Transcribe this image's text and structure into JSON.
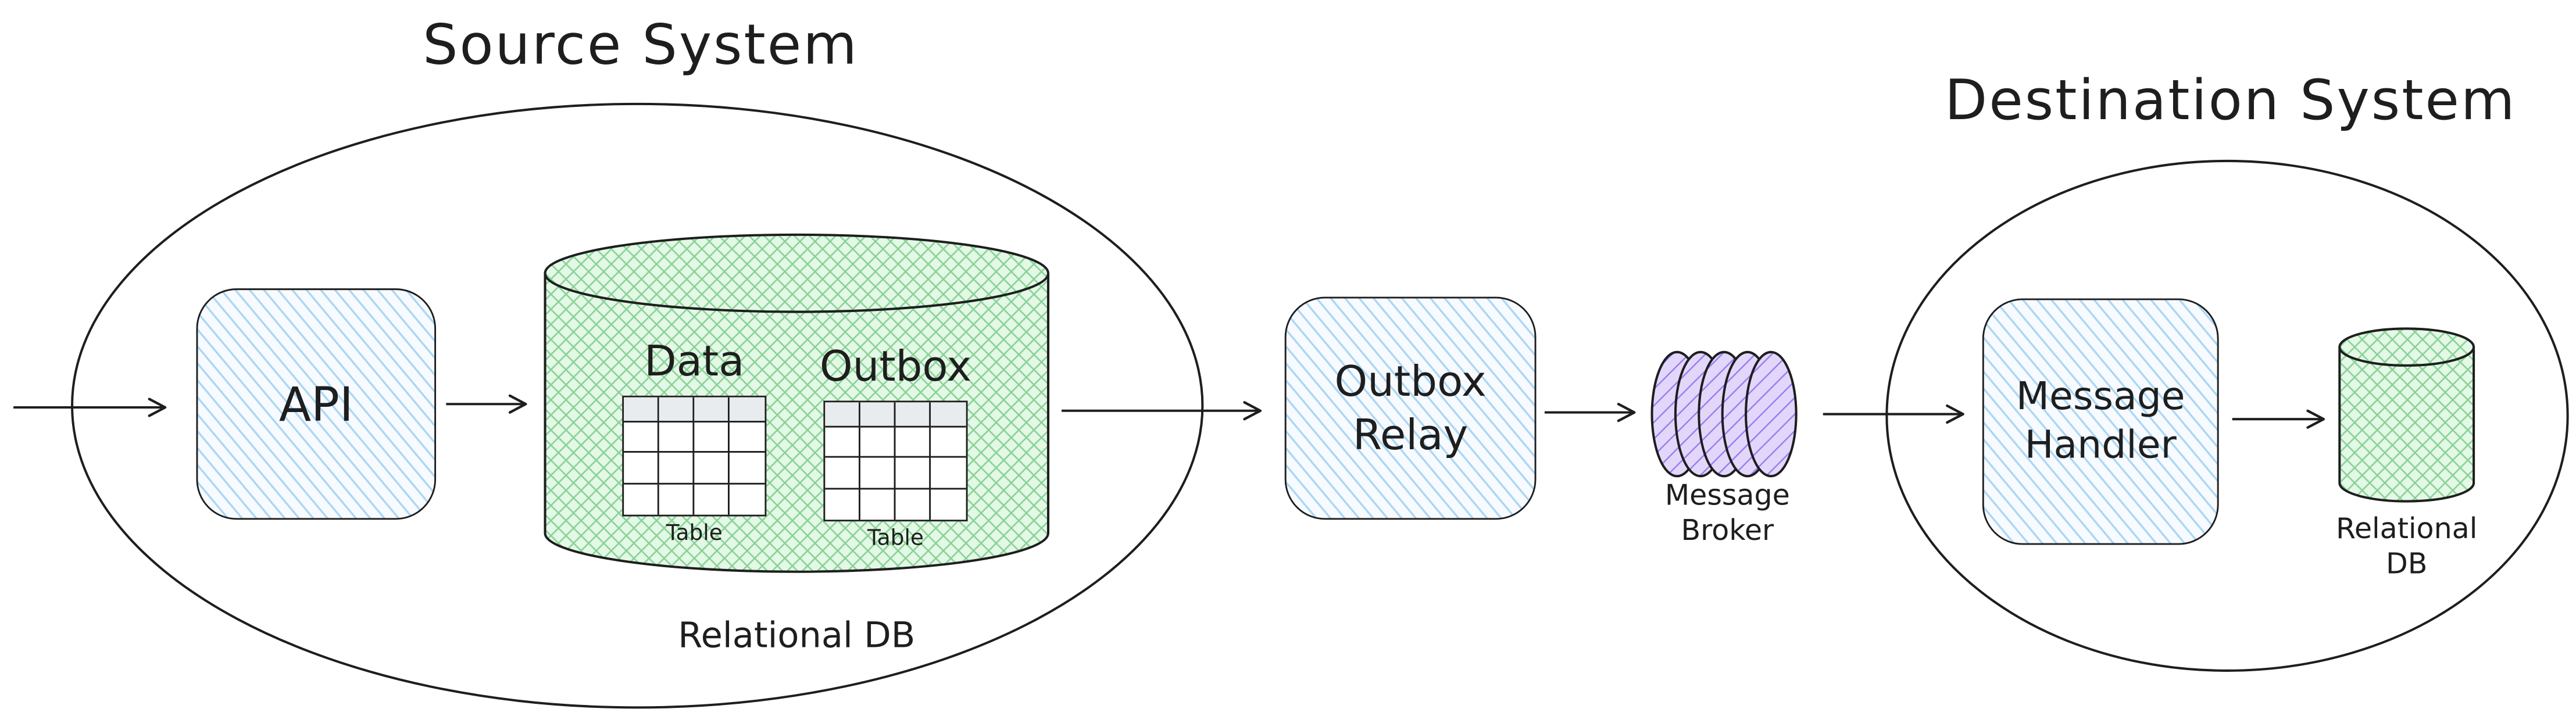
{
  "labels": {
    "source_system_title": "Source System",
    "destination_system_title": "Destination System",
    "api": "API",
    "data_table_title": "Data",
    "outbox_table_title": "Outbox",
    "data_table_caption": "Table",
    "outbox_table_caption": "Table",
    "source_db": "Relational DB",
    "outbox_relay": "Outbox\nRelay",
    "message_broker": "Message\nBroker",
    "message_handler": "Message\nHandler",
    "destination_db": "Relational\nDB"
  },
  "icons": {
    "source_boundary": "ellipse-outline",
    "destination_boundary": "ellipse-outline",
    "source_database": "cylinder-icon",
    "destination_database": "cylinder-icon",
    "message_broker": "disk-stack-icon",
    "arrows": [
      "arrow-inbound",
      "arrow-api-to-db",
      "arrow-db-to-relay",
      "arrow-relay-to-broker",
      "arrow-broker-to-handler",
      "arrow-handler-to-db"
    ]
  },
  "colors": {
    "stroke": "#1e1e1e",
    "node_fill": "#f7fbff",
    "node_hatch": "#94cbef",
    "db_fill": "#e3f8e5",
    "db_hatch": "#79ca8b",
    "broker_fill": "#ded2fb",
    "broker_hatch": "#9a7df0",
    "table_header_fill": "#e9ecef"
  }
}
